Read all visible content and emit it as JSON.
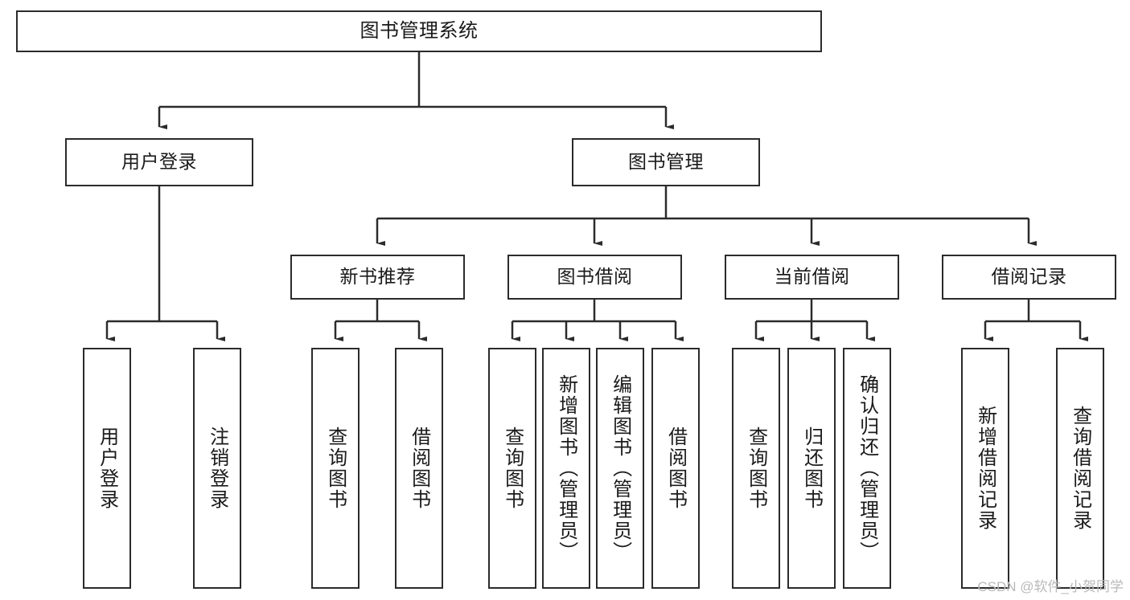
{
  "diagram": {
    "type": "tree",
    "title": "图书管理系统",
    "orientation": "top-down",
    "colors": {
      "stroke": "#2b2b2b",
      "fill": "#ffffff",
      "text": "#1a1a1a",
      "watermark": "#b9b9b9"
    }
  },
  "nodes": {
    "root": {
      "label": "图书管理系统",
      "level": 1
    },
    "l2": [
      {
        "id": "user-login",
        "label": "用户登录",
        "level": 2
      },
      {
        "id": "book-manage",
        "label": "图书管理",
        "level": 2
      }
    ],
    "l3": [
      {
        "id": "new-book-rec",
        "label": "新书推荐",
        "level": 3
      },
      {
        "id": "book-borrow",
        "label": "图书借阅",
        "level": 3
      },
      {
        "id": "current-borrow",
        "label": "当前借阅",
        "level": 3
      },
      {
        "id": "borrow-record",
        "label": "借阅记录",
        "level": 3
      }
    ],
    "leaves": {
      "user_login": [
        {
          "id": "leaf-user-login",
          "label": "用户登录"
        },
        {
          "id": "leaf-logout-login",
          "label": "注销登录"
        }
      ],
      "new_book_rec": [
        {
          "id": "leaf-query-book-1",
          "label": "查询图书"
        },
        {
          "id": "leaf-borrow-book-1",
          "label": "借阅图书"
        }
      ],
      "book_borrow": [
        {
          "id": "leaf-query-book-2",
          "label": "查询图书"
        },
        {
          "id": "leaf-add-book",
          "label": "新增图书（管理员）"
        },
        {
          "id": "leaf-edit-book",
          "label": "编辑图书（管理员）"
        },
        {
          "id": "leaf-borrow-book-2",
          "label": "借阅图书"
        }
      ],
      "current_borrow": [
        {
          "id": "leaf-query-book-3",
          "label": "查询图书"
        },
        {
          "id": "leaf-return-book",
          "label": "归还图书"
        },
        {
          "id": "leaf-confirm-return",
          "label": "确认归还（管理员）"
        }
      ],
      "borrow_record": [
        {
          "id": "leaf-add-record",
          "label": "新增借阅记录"
        },
        {
          "id": "leaf-query-record",
          "label": "查询借阅记录"
        }
      ]
    }
  },
  "watermark": {
    "text": "CSDN @软件_小贺同学"
  }
}
